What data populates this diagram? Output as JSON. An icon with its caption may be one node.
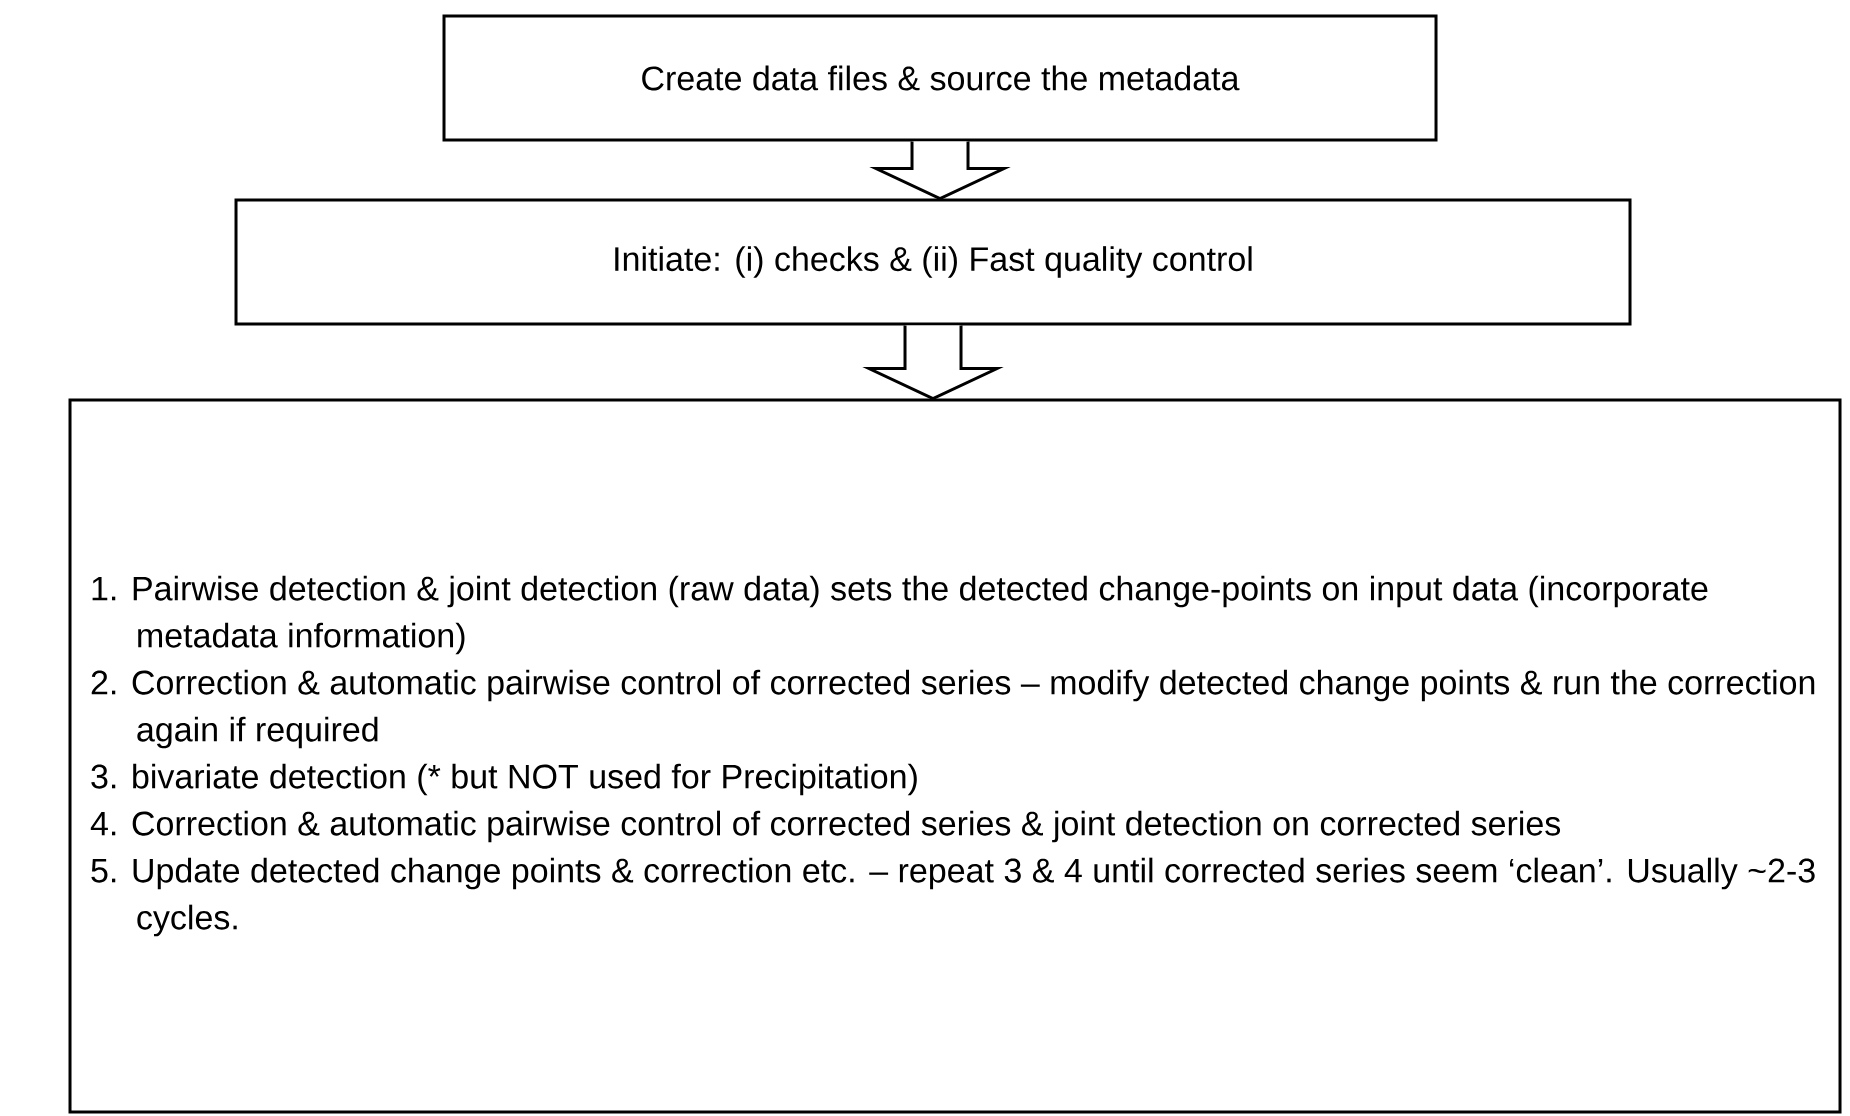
{
  "diagram": {
    "nodes": [
      {
        "text": [
          "Create data files & source the metadata"
        ]
      },
      {
        "text": [
          "Initiate: (i) checks & (ii) Fast quality control"
        ]
      },
      {
        "text": [
          "1. Pairwise detection & joint detection (raw data) sets the detected change-points on input data (incorporate metadata information)",
          "2. Correction & automatic pairwise control of corrected series – modify detected change points & run the correction again if required",
          "3. bivariate detection (* but NOT used for Precipitation)",
          "4. Correction & automatic pairwise control of corrected series & joint detection on corrected series",
          "5. Update detected change points & correction etc. – repeat 3 & 4 until corrected series seem ‘clean’.  Usually ~2-3 cycles."
        ]
      }
    ],
    "edges": [
      {
        "from": 0,
        "to": 1,
        "arrow": "to"
      },
      {
        "from": 1,
        "to": 2,
        "arrow": "to"
      }
    ]
  }
}
